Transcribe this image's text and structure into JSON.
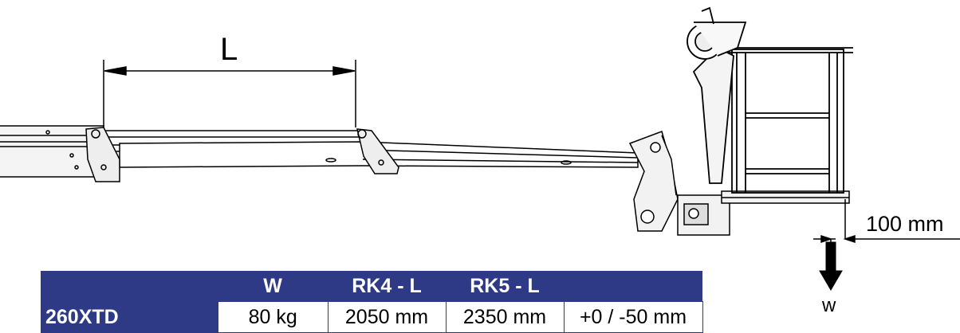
{
  "labels": {
    "length_symbol": "L",
    "offset": "100 mm",
    "load_symbol": "w"
  },
  "table": {
    "headers": [
      "",
      "W",
      "RK4 - L",
      "RK5 - L",
      ""
    ],
    "row": {
      "model": "260XTD",
      "weight": "80 kg",
      "rk4_length": "2050 mm",
      "rk5_length": "2350 mm",
      "tolerance": "+0 / -50 mm"
    }
  },
  "colors": {
    "table_header": "#2e3a86",
    "line": "#000000"
  }
}
